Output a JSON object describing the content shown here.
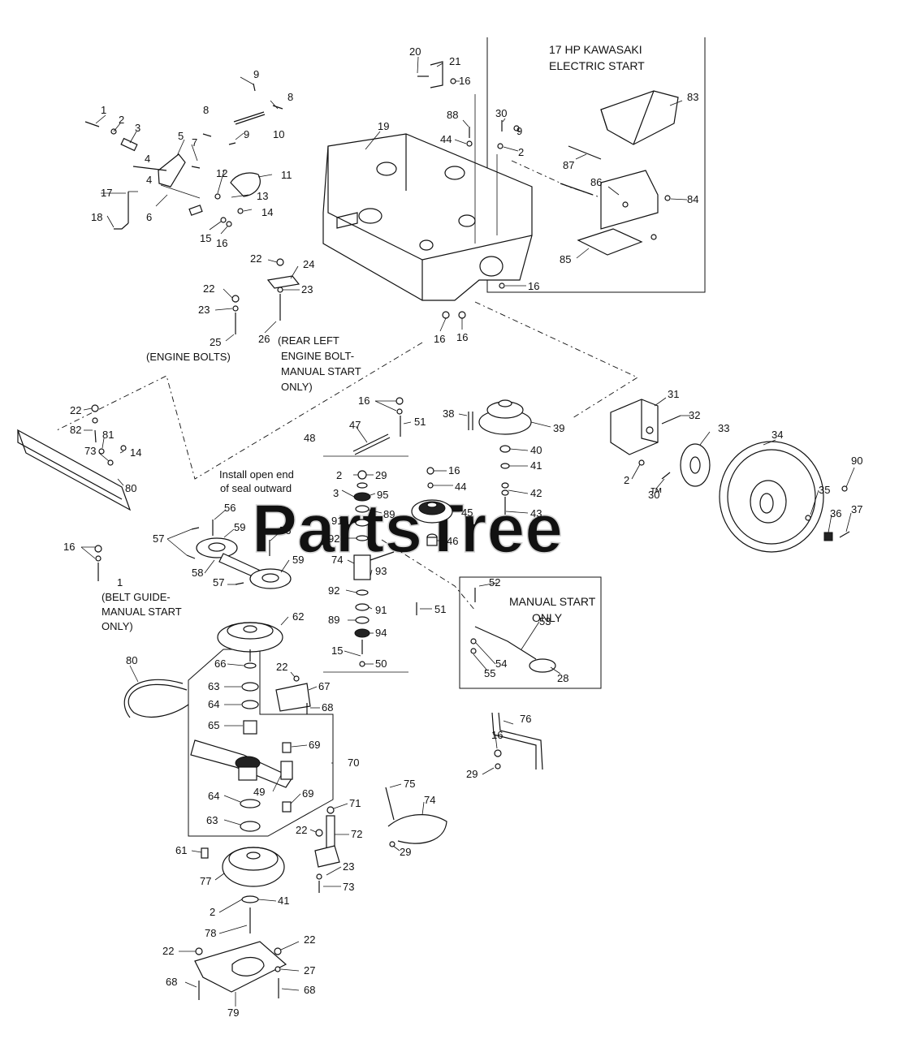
{
  "box_labels": {
    "kawasaki": [
      "17 HP KAWASAKI",
      "ELECTRIC START"
    ],
    "manual_start": [
      "MANUAL START",
      "ONLY"
    ]
  },
  "notes": {
    "engine_bolts": [
      "(ENGINE BOLTS)"
    ],
    "rear_left": [
      "(REAR LEFT",
      "ENGINE BOLT-",
      "MANUAL START",
      "ONLY)"
    ],
    "seal": [
      "Install open end",
      "of seal outward"
    ],
    "belt_guide": [
      "(BELT GUIDE-",
      "MANUAL START",
      "ONLY)"
    ]
  },
  "watermark": {
    "text": "PartsTree",
    "mark": "™"
  },
  "callouts": [
    {
      "id": "c1",
      "text": "1"
    },
    {
      "id": "c2",
      "text": "2"
    },
    {
      "id": "c3",
      "text": "3"
    },
    {
      "id": "c4",
      "text": "4"
    },
    {
      "id": "c5",
      "text": "5"
    },
    {
      "id": "c6",
      "text": "6"
    },
    {
      "id": "c7",
      "text": "7"
    },
    {
      "id": "c8a",
      "text": "8"
    },
    {
      "id": "c8b",
      "text": "8"
    },
    {
      "id": "c9a",
      "text": "9"
    },
    {
      "id": "c9b",
      "text": "9"
    },
    {
      "id": "c10",
      "text": "10"
    },
    {
      "id": "c11",
      "text": "11"
    },
    {
      "id": "c12",
      "text": "12"
    },
    {
      "id": "c13",
      "text": "13"
    },
    {
      "id": "c14a",
      "text": "14"
    },
    {
      "id": "c15a",
      "text": "15"
    },
    {
      "id": "c16a",
      "text": "16"
    },
    {
      "id": "c17",
      "text": "17"
    },
    {
      "id": "c18",
      "text": "18"
    },
    {
      "id": "c4b",
      "text": "4"
    },
    {
      "id": "c20",
      "text": "20"
    },
    {
      "id": "c21",
      "text": "21"
    },
    {
      "id": "c16b",
      "text": "16"
    },
    {
      "id": "c19",
      "text": "19"
    },
    {
      "id": "c88",
      "text": "88"
    },
    {
      "id": "c44a",
      "text": "44"
    },
    {
      "id": "c30a",
      "text": "30"
    },
    {
      "id": "c9c",
      "text": "9"
    },
    {
      "id": "c2b",
      "text": "2"
    },
    {
      "id": "c83",
      "text": "83"
    },
    {
      "id": "c87",
      "text": "87"
    },
    {
      "id": "c86",
      "text": "86"
    },
    {
      "id": "c84",
      "text": "84"
    },
    {
      "id": "c85",
      "text": "85"
    },
    {
      "id": "c16c",
      "text": "16"
    },
    {
      "id": "c22a",
      "text": "22"
    },
    {
      "id": "c24",
      "text": "24"
    },
    {
      "id": "c22b",
      "text": "22"
    },
    {
      "id": "c23a",
      "text": "23"
    },
    {
      "id": "c23b",
      "text": "23"
    },
    {
      "id": "c25",
      "text": "25"
    },
    {
      "id": "c26",
      "text": "26"
    },
    {
      "id": "c16d",
      "text": "16"
    },
    {
      "id": "c16e",
      "text": "16"
    },
    {
      "id": "c22c",
      "text": "22"
    },
    {
      "id": "c82",
      "text": "82"
    },
    {
      "id": "c81",
      "text": "81"
    },
    {
      "id": "c73a",
      "text": "73"
    },
    {
      "id": "c14b",
      "text": "14"
    },
    {
      "id": "c80a",
      "text": "80"
    },
    {
      "id": "c16f",
      "text": "16"
    },
    {
      "id": "c47",
      "text": "47"
    },
    {
      "id": "c51a",
      "text": "51"
    },
    {
      "id": "c48",
      "text": "48"
    },
    {
      "id": "c2c",
      "text": "2"
    },
    {
      "id": "c29a",
      "text": "29"
    },
    {
      "id": "c3b",
      "text": "3"
    },
    {
      "id": "c95",
      "text": "95"
    },
    {
      "id": "c91a",
      "text": "91"
    },
    {
      "id": "c89a",
      "text": "89"
    },
    {
      "id": "c92a",
      "text": "92"
    },
    {
      "id": "c74a",
      "text": "74"
    },
    {
      "id": "c93",
      "text": "93"
    },
    {
      "id": "c92b",
      "text": "92"
    },
    {
      "id": "c91b",
      "text": "91"
    },
    {
      "id": "c89b",
      "text": "89"
    },
    {
      "id": "c94",
      "text": "94"
    },
    {
      "id": "c15b",
      "text": "15"
    },
    {
      "id": "c50",
      "text": "50"
    },
    {
      "id": "c51b",
      "text": "51"
    },
    {
      "id": "c16g",
      "text": "16"
    },
    {
      "id": "c44b",
      "text": "44"
    },
    {
      "id": "c45",
      "text": "45"
    },
    {
      "id": "c46",
      "text": "46"
    },
    {
      "id": "c38",
      "text": "38"
    },
    {
      "id": "c39",
      "text": "39"
    },
    {
      "id": "c40",
      "text": "40"
    },
    {
      "id": "c41a",
      "text": "41"
    },
    {
      "id": "c42",
      "text": "42"
    },
    {
      "id": "c43",
      "text": "43"
    },
    {
      "id": "c31",
      "text": "31"
    },
    {
      "id": "c32",
      "text": "32"
    },
    {
      "id": "c33",
      "text": "33"
    },
    {
      "id": "c34",
      "text": "34"
    },
    {
      "id": "c2d",
      "text": "2"
    },
    {
      "id": "c30b",
      "text": "30"
    },
    {
      "id": "c90",
      "text": "90"
    },
    {
      "id": "c35",
      "text": "35"
    },
    {
      "id": "c36",
      "text": "36"
    },
    {
      "id": "c37",
      "text": "37"
    },
    {
      "id": "c56a",
      "text": "56"
    },
    {
      "id": "c59a",
      "text": "59"
    },
    {
      "id": "c56b",
      "text": "56"
    },
    {
      "id": "c59b",
      "text": "59"
    },
    {
      "id": "c57a",
      "text": "57"
    },
    {
      "id": "c58",
      "text": "58"
    },
    {
      "id": "c57b",
      "text": "57"
    },
    {
      "id": "c16h",
      "text": "16"
    },
    {
      "id": "c1b",
      "text": "1"
    },
    {
      "id": "c52",
      "text": "52"
    },
    {
      "id": "c53",
      "text": "53"
    },
    {
      "id": "c54",
      "text": "54"
    },
    {
      "id": "c55",
      "text": "55"
    },
    {
      "id": "c28",
      "text": "28"
    },
    {
      "id": "c62",
      "text": "62"
    },
    {
      "id": "c80b",
      "text": "80"
    },
    {
      "id": "c66",
      "text": "66"
    },
    {
      "id": "c22d",
      "text": "22"
    },
    {
      "id": "c67",
      "text": "67"
    },
    {
      "id": "c68a",
      "text": "68"
    },
    {
      "id": "c63a",
      "text": "63"
    },
    {
      "id": "c64a",
      "text": "64"
    },
    {
      "id": "c65",
      "text": "65"
    },
    {
      "id": "c69a",
      "text": "69"
    },
    {
      "id": "c70",
      "text": "70"
    },
    {
      "id": "c49",
      "text": "49"
    },
    {
      "id": "c69b",
      "text": "69"
    },
    {
      "id": "c64b",
      "text": "64"
    },
    {
      "id": "c63b",
      "text": "63"
    },
    {
      "id": "c71",
      "text": "71"
    },
    {
      "id": "c22e",
      "text": "22"
    },
    {
      "id": "c72",
      "text": "72"
    },
    {
      "id": "c23c",
      "text": "23"
    },
    {
      "id": "c73b",
      "text": "73"
    },
    {
      "id": "c61",
      "text": "61"
    },
    {
      "id": "c77",
      "text": "77"
    },
    {
      "id": "c2e",
      "text": "2"
    },
    {
      "id": "c41b",
      "text": "41"
    },
    {
      "id": "c78",
      "text": "78"
    },
    {
      "id": "c76",
      "text": "76"
    },
    {
      "id": "c16i",
      "text": "16"
    },
    {
      "id": "c29b",
      "text": "29"
    },
    {
      "id": "c75",
      "text": "75"
    },
    {
      "id": "c74b",
      "text": "74"
    },
    {
      "id": "c29c",
      "text": "29"
    },
    {
      "id": "c22f",
      "text": "22"
    },
    {
      "id": "c22g",
      "text": "22"
    },
    {
      "id": "c27",
      "text": "27"
    },
    {
      "id": "c68b",
      "text": "68"
    },
    {
      "id": "c68c",
      "text": "68"
    },
    {
      "id": "c79",
      "text": "79"
    }
  ]
}
